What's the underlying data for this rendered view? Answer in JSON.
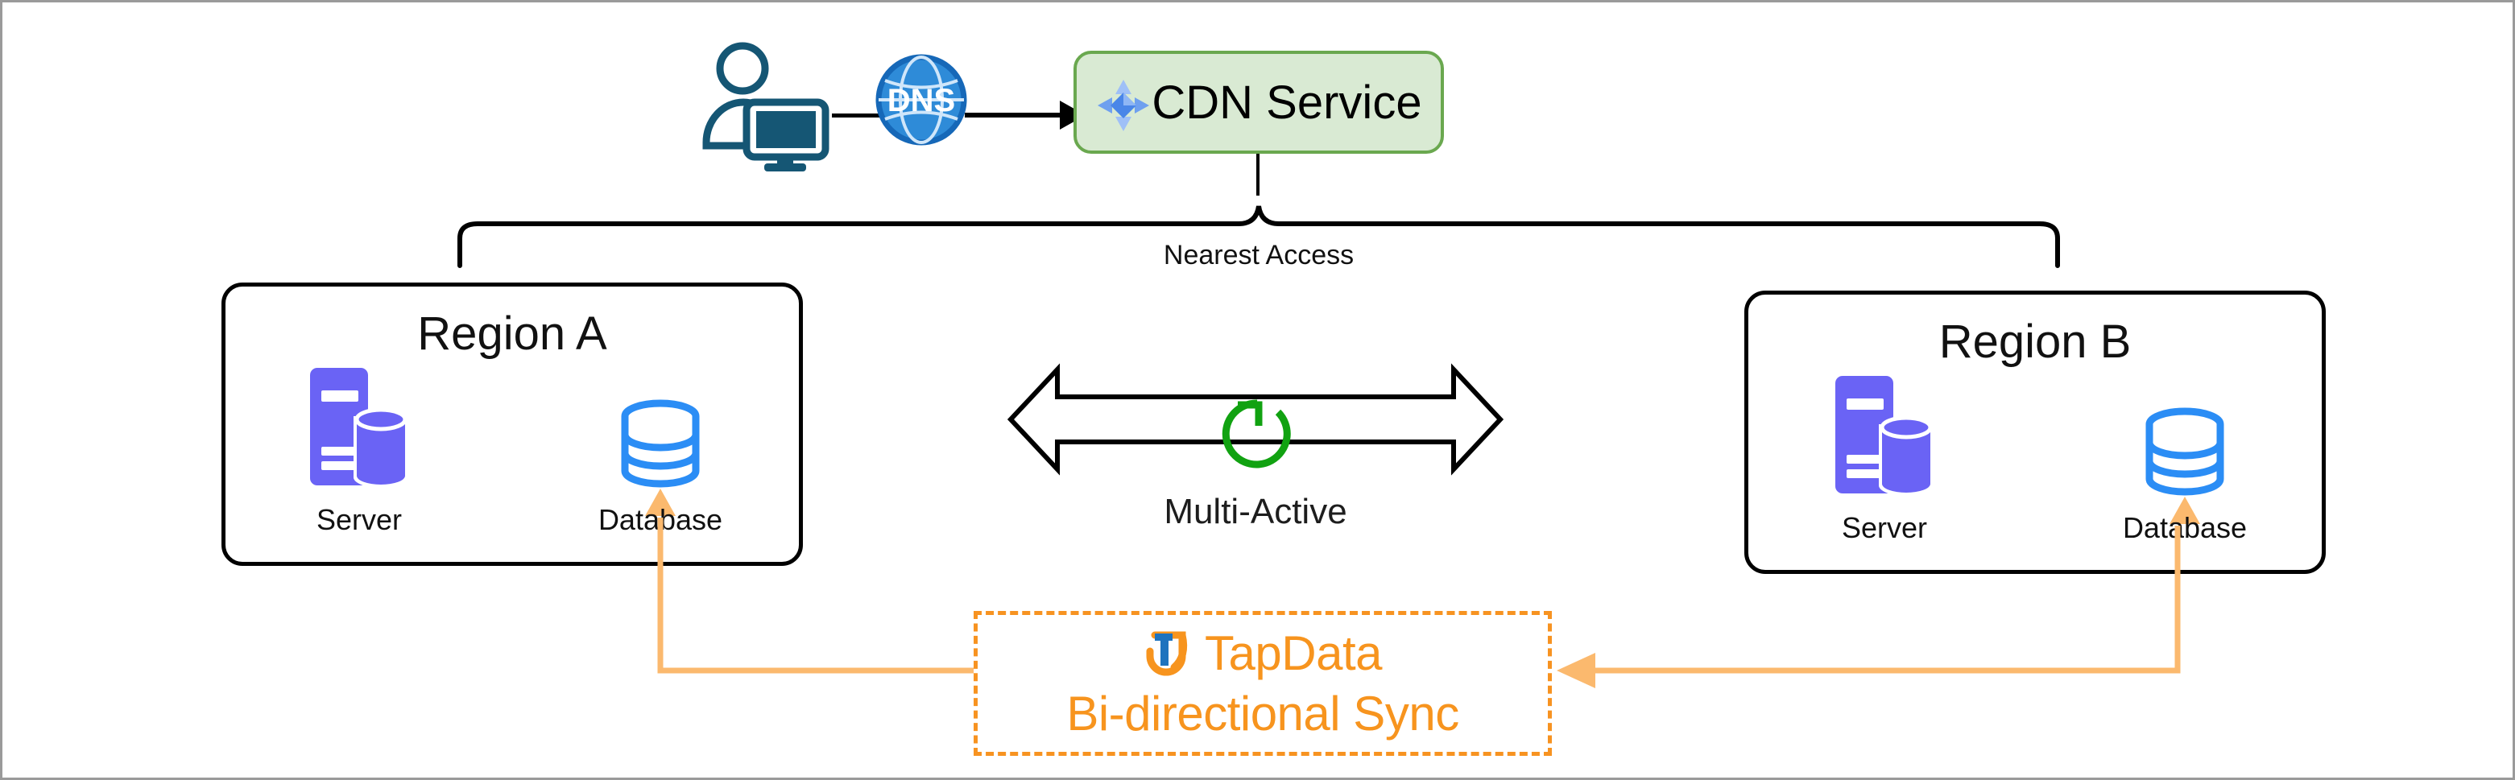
{
  "diagram": {
    "title": "Multi-Active CDN + Bi-directional Sync Architecture",
    "colors": {
      "frame_border": "#9a9a9a",
      "user_icon": "#155674",
      "dns_icon": "#1e7bd6",
      "cdn_fill": "#d9ead3",
      "cdn_border": "#6aa84f",
      "cdn_icon": "#4a86e8",
      "region_border": "#000000",
      "server_icon": "#6A63F5",
      "database_icon": "#2B8DF5",
      "sync_arrow": "#FBB96E",
      "tapdata_orange": "#F7941E",
      "tapdata_logo_blue": "#1E73BE",
      "multi_active_circle": "#11a211"
    }
  },
  "client": {
    "user_icon_name": "user-with-monitor-icon",
    "dns_icon_name": "dns-globe-icon",
    "dns_label": "DNS",
    "arrow_icon_name": "arrow-right-icon"
  },
  "cdn": {
    "icon_name": "cdn-four-arrows-icon",
    "label": "CDN Service"
  },
  "brace": {
    "icon_name": "curly-brace-icon",
    "label": "Nearest Access"
  },
  "regions": [
    {
      "id": "region-a",
      "title": "Region A",
      "server": {
        "icon_name": "server-icon",
        "caption": "Server"
      },
      "database": {
        "icon_name": "database-cylinder-icon",
        "caption": "Database"
      }
    },
    {
      "id": "region-b",
      "title": "Region B",
      "server": {
        "icon_name": "server-icon",
        "caption": "Server"
      },
      "database": {
        "icon_name": "database-cylinder-icon",
        "caption": "Database"
      }
    }
  ],
  "multi_active": {
    "label": "Multi-Active",
    "arrow_icon_name": "double-headed-arrow-icon",
    "sync_icon_name": "circular-refresh-icon"
  },
  "tapdata": {
    "logo_icon_name": "tapdata-logo-icon",
    "brand": "TapData",
    "subtitle": "Bi-directional Sync",
    "inbound_left_icon_name": "arrow-right-icon",
    "inbound_right_icon_name": "arrow-left-icon"
  }
}
